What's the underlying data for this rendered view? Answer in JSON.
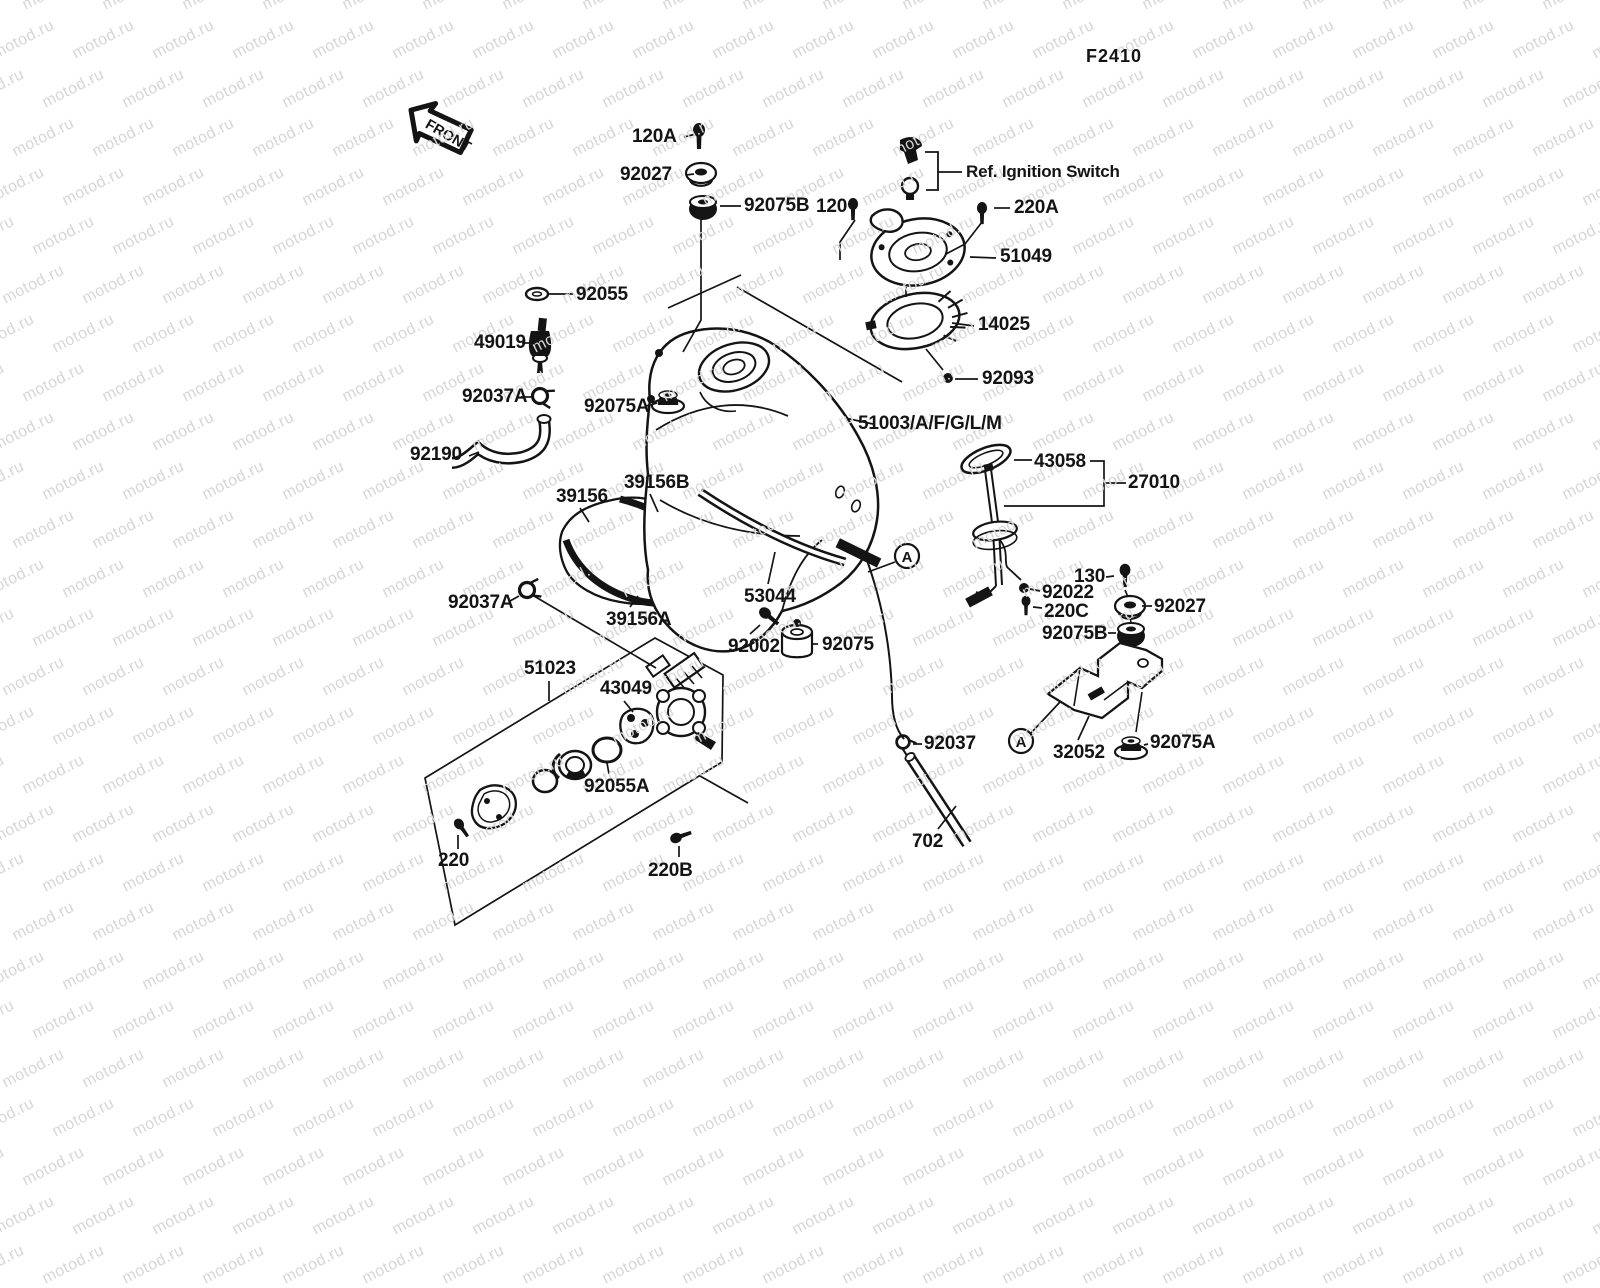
{
  "document": {
    "fiche_code": "F2410",
    "watermark_text": "motod.ru",
    "orientation_arrow": "FRONT",
    "reference_note": "Ref. Ignition Switch",
    "section_marker": "A"
  },
  "colors": {
    "ink": "#141414",
    "watermark": "#d6d6d6",
    "paper": "#ffffff"
  },
  "diagram": {
    "subject": "fuel-tank-exploded-view"
  },
  "labels": [
    {
      "text": "120A"
    },
    {
      "text": "92027"
    },
    {
      "text": "92075B"
    },
    {
      "text": "120"
    },
    {
      "text": "220A"
    },
    {
      "text": "Ref. Ignition Switch"
    },
    {
      "text": "51049"
    },
    {
      "text": "14025"
    },
    {
      "text": "92093"
    },
    {
      "text": "51003/A/F/G/L/M"
    },
    {
      "text": "92055"
    },
    {
      "text": "49019"
    },
    {
      "text": "92037A"
    },
    {
      "text": "92075A"
    },
    {
      "text": "92190"
    },
    {
      "text": "39156"
    },
    {
      "text": "39156B"
    },
    {
      "text": "92037A"
    },
    {
      "text": "39156A"
    },
    {
      "text": "53044"
    },
    {
      "text": "92002"
    },
    {
      "text": "92075"
    },
    {
      "text": "43058"
    },
    {
      "text": "27010"
    },
    {
      "text": "130"
    },
    {
      "text": "92022"
    },
    {
      "text": "220C"
    },
    {
      "text": "92027"
    },
    {
      "text": "92075B"
    },
    {
      "text": "92037"
    },
    {
      "text": "702"
    },
    {
      "text": "32052"
    },
    {
      "text": "92075A"
    },
    {
      "text": "51023"
    },
    {
      "text": "43049"
    },
    {
      "text": "92055A"
    },
    {
      "text": "220"
    },
    {
      "text": "220B"
    }
  ]
}
